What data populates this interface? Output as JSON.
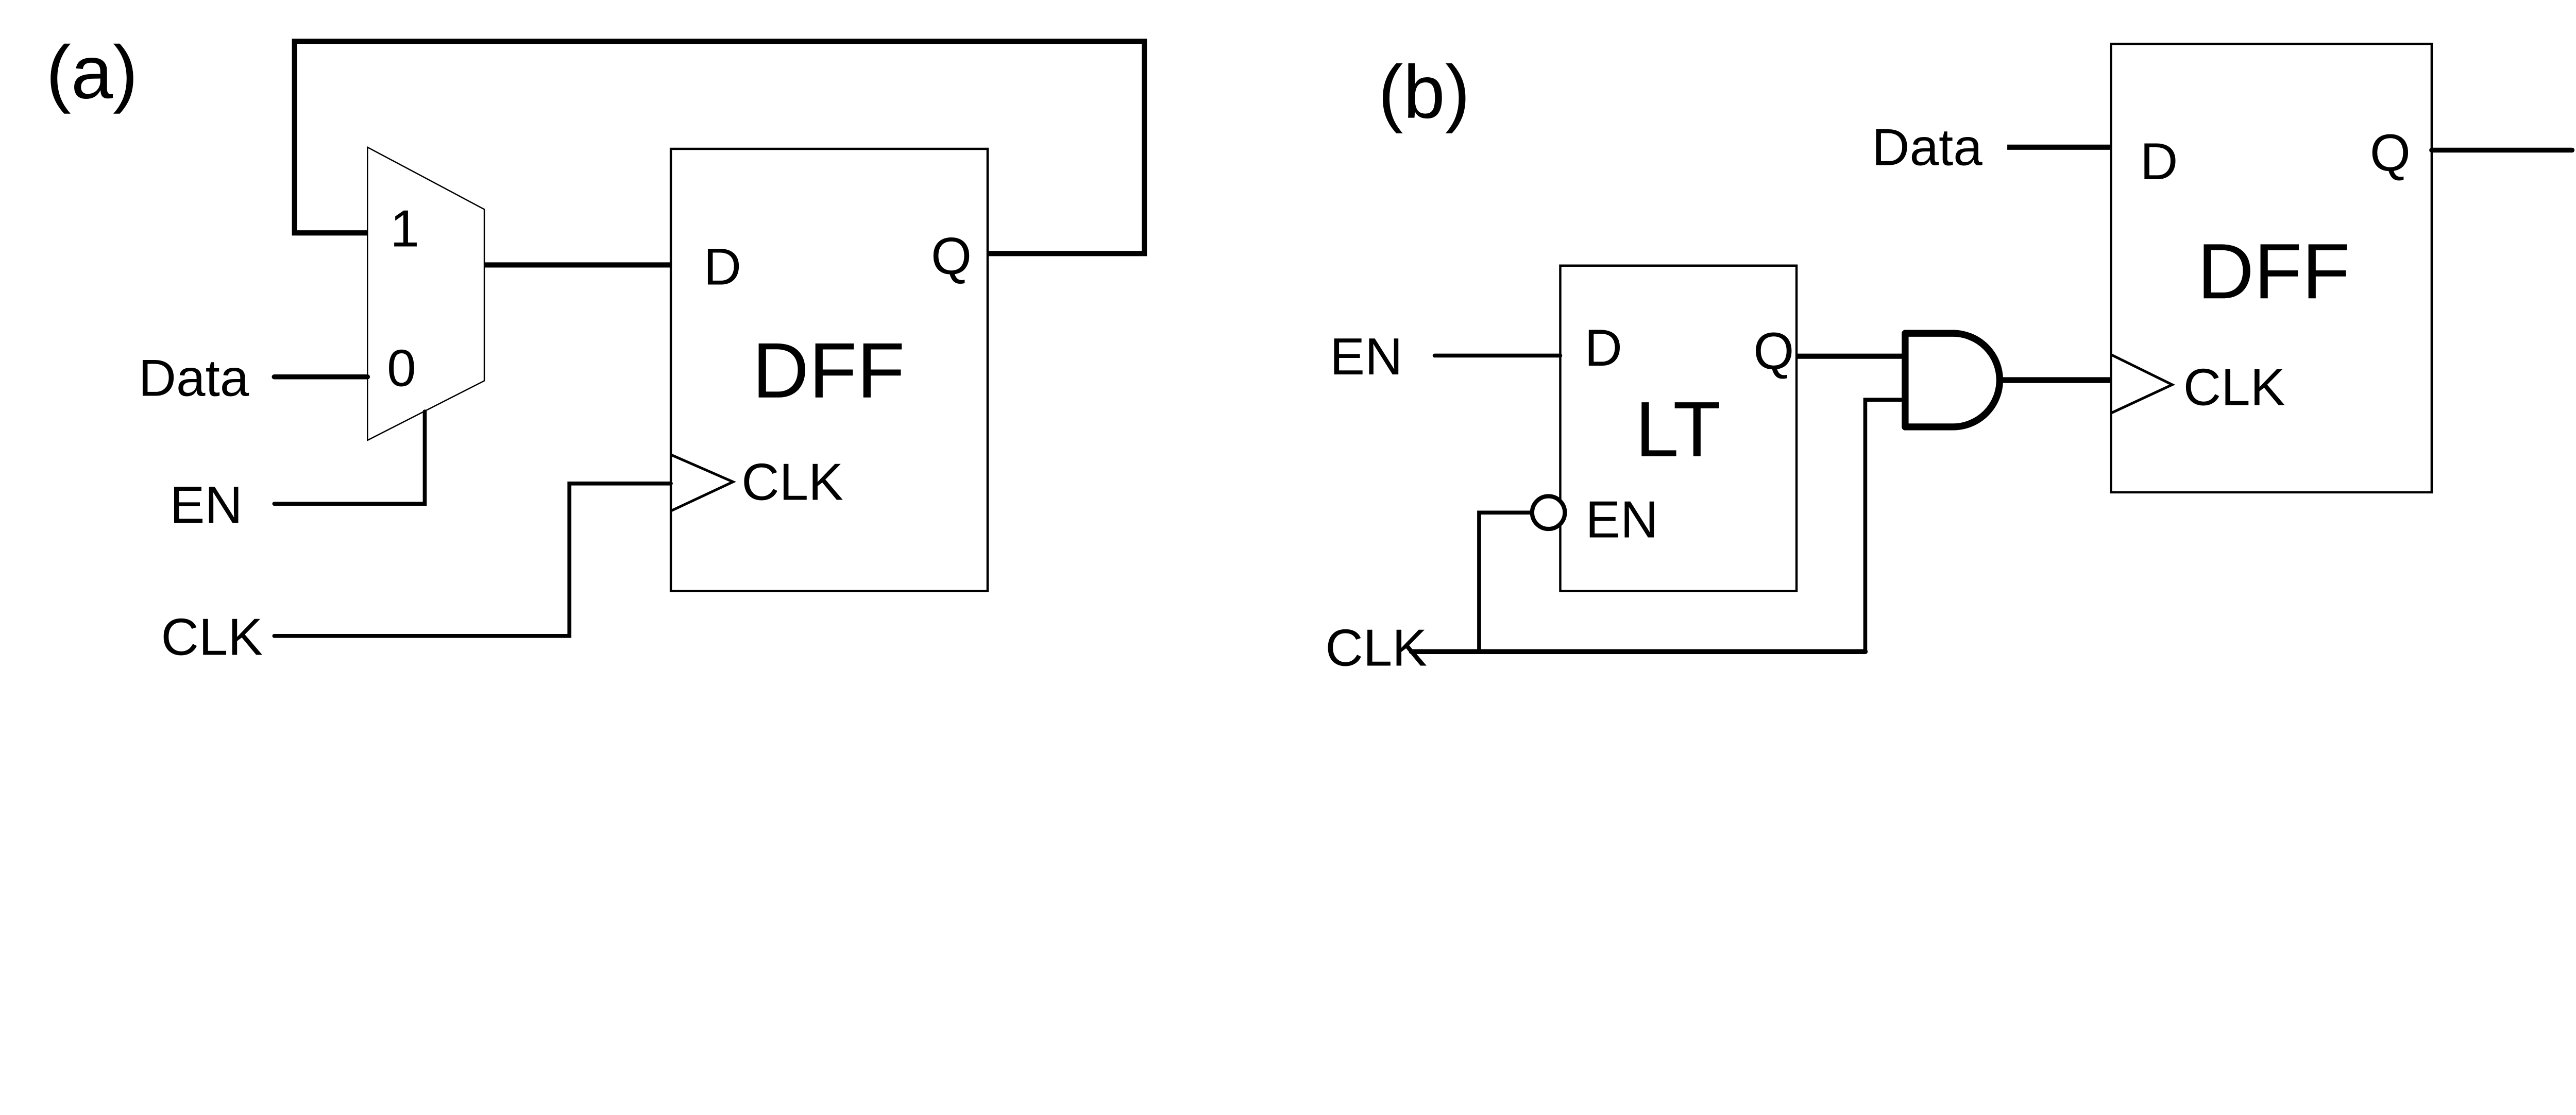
{
  "colors": {
    "ink": "#000000",
    "background": "#ffffff"
  },
  "panel_a": {
    "caption": "(a)",
    "inputs": {
      "data_label": "Data",
      "en_label": "EN",
      "clk_label": "CLK"
    },
    "mux": {
      "one_label": "1",
      "zero_label": "0"
    },
    "dff": {
      "name": "DFF",
      "d_port": "D",
      "q_port": "Q",
      "clk_port": "CLK"
    }
  },
  "panel_b": {
    "caption": "(b)",
    "inputs": {
      "en_label": "EN",
      "clk_label": "CLK",
      "data_label": "Data"
    },
    "lt": {
      "name": "LT",
      "d_port": "D",
      "q_port": "Q",
      "en_port": "EN"
    },
    "dff": {
      "name": "DFF",
      "d_port": "D",
      "q_port": "Q",
      "clk_port": "CLK"
    }
  }
}
